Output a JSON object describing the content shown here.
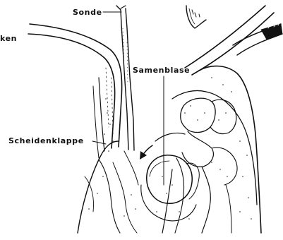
{
  "figure": {
    "labels": {
      "sonde": "Sonde",
      "samenblase": "Samenblase",
      "scheidenklappe": "Scheidenklappe",
      "partial_left": "ken"
    },
    "ink_color": "#111111",
    "background_color": "#ffffff"
  }
}
